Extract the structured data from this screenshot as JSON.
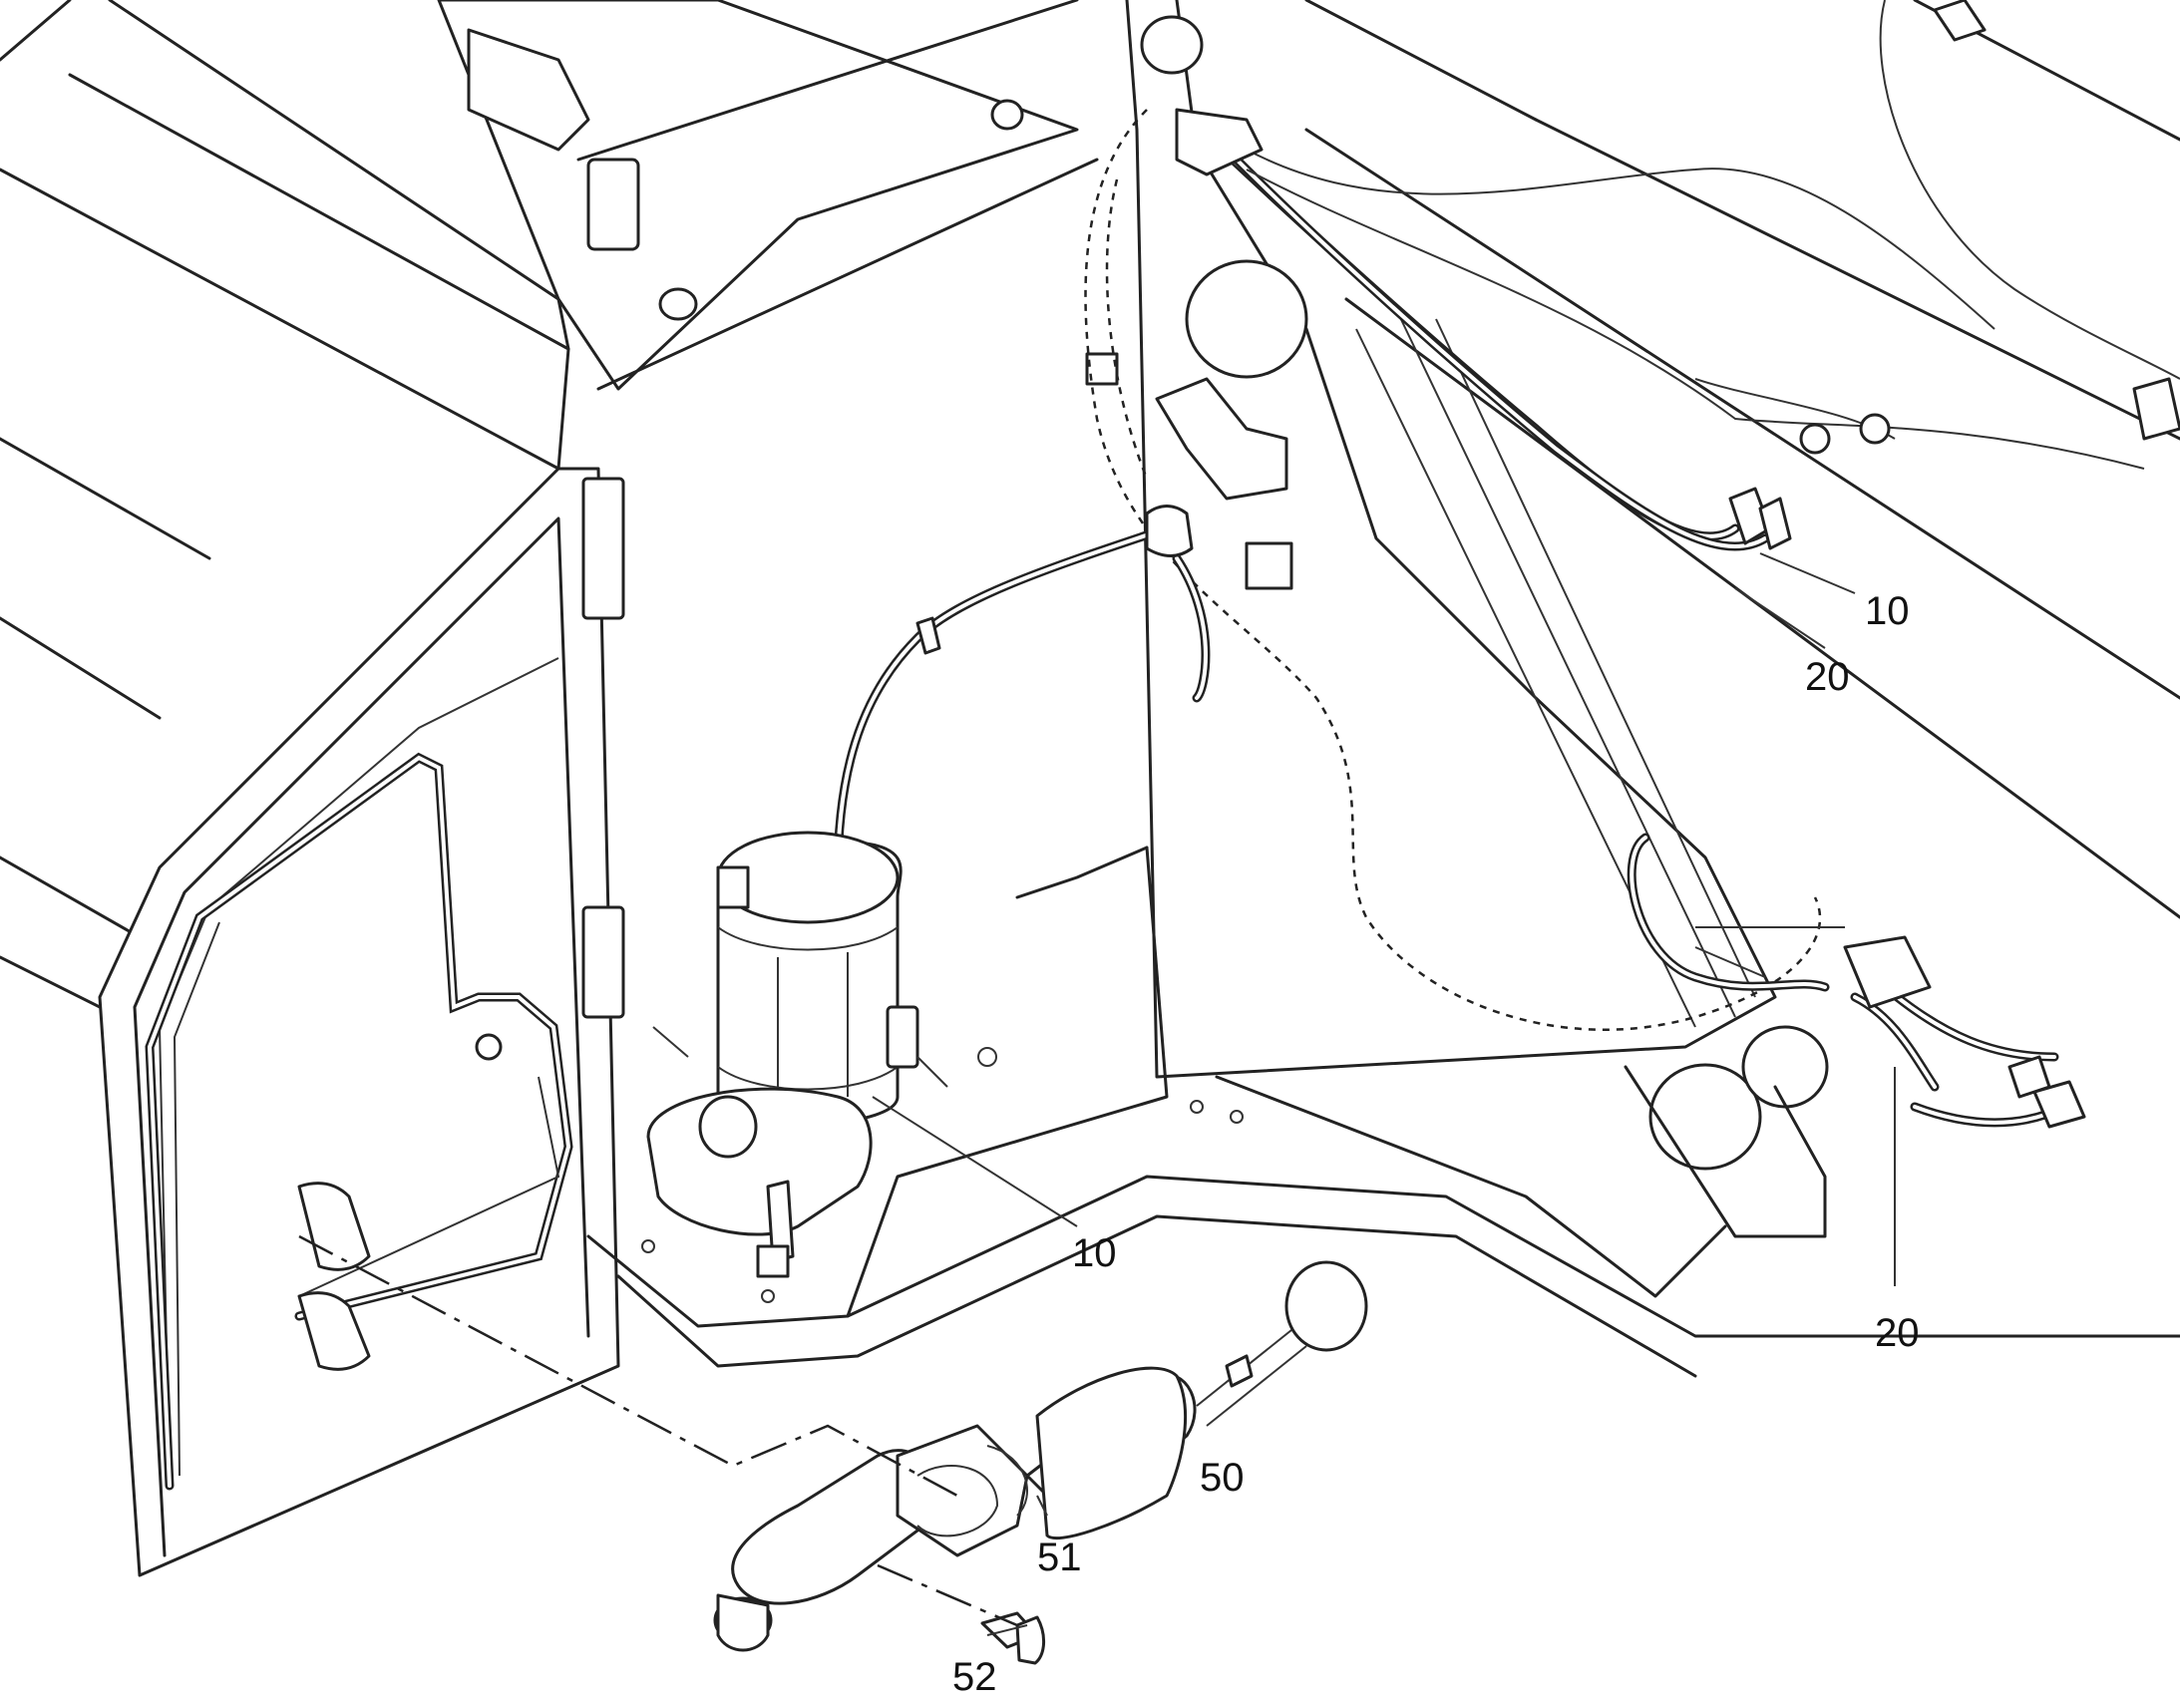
{
  "callouts": [
    {
      "id": "c10-right",
      "label": "10"
    },
    {
      "id": "c20-right",
      "label": "20"
    },
    {
      "id": "c10-center",
      "label": "10"
    },
    {
      "id": "c20-lower",
      "label": "20"
    },
    {
      "id": "c50",
      "label": "50"
    },
    {
      "id": "c51",
      "label": "51"
    },
    {
      "id": "c52",
      "label": "52"
    }
  ],
  "colors": {
    "line": "#222222",
    "background": "#ffffff"
  }
}
